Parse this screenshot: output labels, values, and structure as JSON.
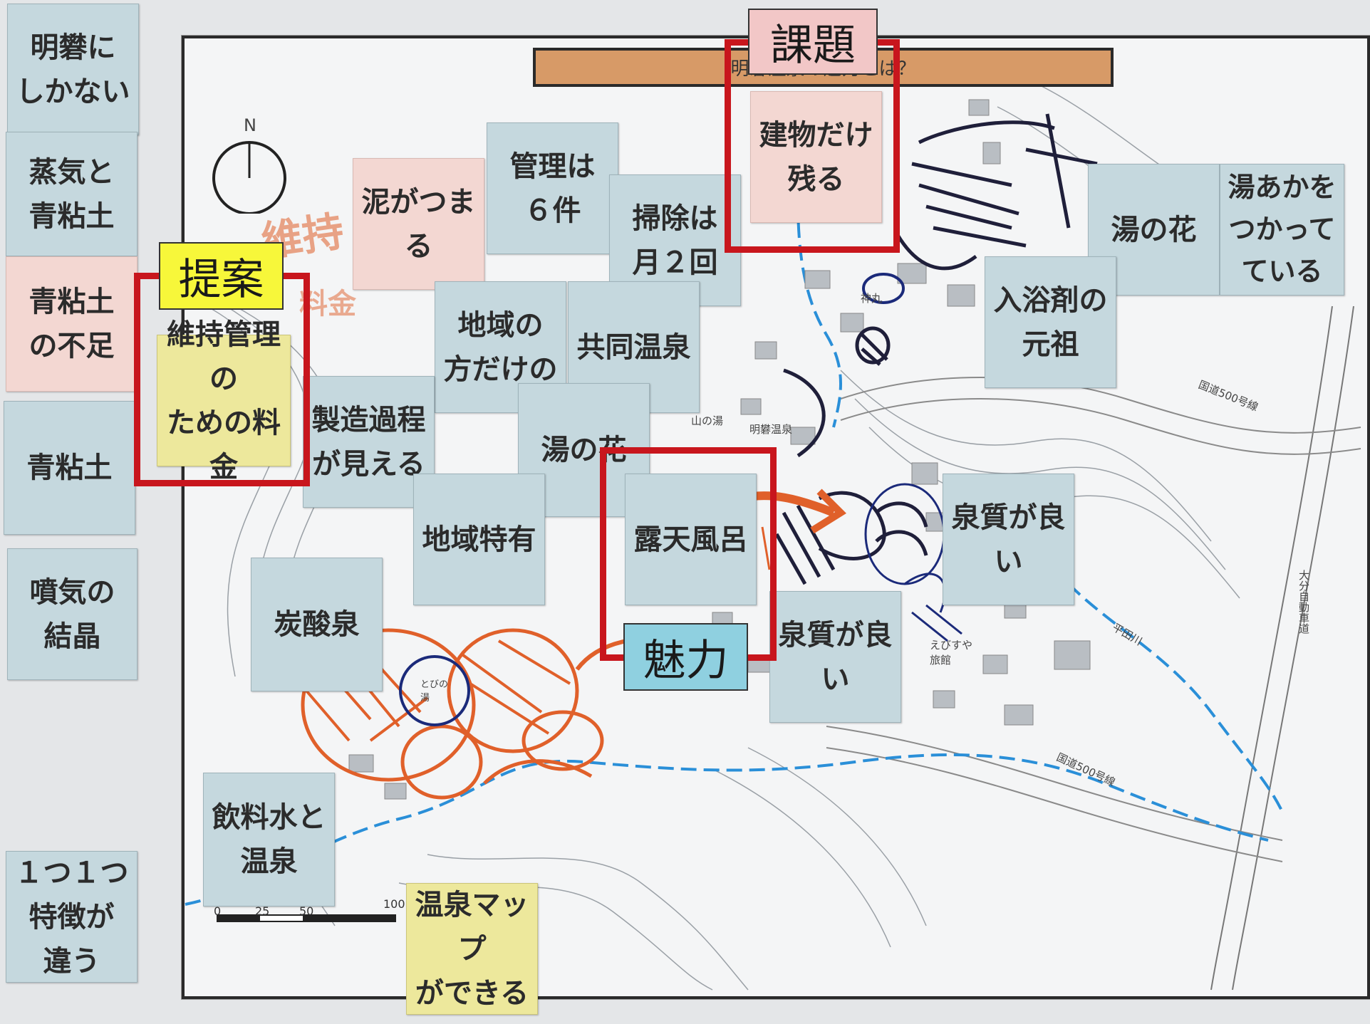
{
  "map": {
    "title": "明礬温泉の魅力とは？",
    "compass_label": "N",
    "labels": {
      "route_500_a": "国道500号線",
      "route_500_b": "国道500号線",
      "hirata_river": "平田川",
      "expressway": "大分自動車道",
      "tobi_no_yu": "とびの湯",
      "yama_no_yu": "山の湯",
      "ebisuya": "えびすや旅館",
      "kamiyu": "神丸",
      "myoban": "明礬温泉"
    },
    "scale": {
      "t0": "0",
      "t1": "25",
      "t2": "50",
      "t3": "100"
    }
  },
  "callouts": {
    "issue": "課題",
    "proposal": "提案",
    "attraction": "魅力"
  },
  "notes": {
    "left_1": "明礬に\nしかない",
    "left_2": "蒸気と\n青粘土",
    "left_3": "青粘土\nの不足",
    "left_4": "青粘土",
    "left_5": "噴気の\n結晶",
    "left_6": "１つ１つ\n特徴が\n違う",
    "proposal_fee": "維持管理の\nための料金",
    "mud": "泥がつまる",
    "six": "管理は\n６件",
    "cleaning": "掃除は\n月２回",
    "buildings": "建物だけ\n残る",
    "locals": "地域の\n方だけの",
    "communal": "共同温泉",
    "process": "製造過程\nが見える",
    "yunohana_center": "湯の花",
    "regional": "地域特有",
    "rotenburo": "露天風呂",
    "quality_right": "泉質が良い",
    "quality_center": "泉質が良い",
    "carbonate": "炭酸泉",
    "drinking": "飲料水と\n温泉",
    "map_proposal": "温泉マップ\nができる",
    "yunohana_right": "湯の花",
    "yuaka": "湯あかを\nつかって\nている",
    "bath_agent": "入浴剤の\n元祖"
  },
  "colors": {
    "callout_red": "#c8161d",
    "sticky_blue": "#c5d8de",
    "sticky_pink": "#f3d7d2",
    "sticky_yellow": "#ede89c",
    "tag_pink": "#f2c7c7",
    "tag_yellow": "#f7f73a",
    "tag_blue": "#8fd0e0",
    "title_strip": "#d79a67",
    "river_blue": "#2a8fd8",
    "marker_orange": "#e0602a"
  }
}
